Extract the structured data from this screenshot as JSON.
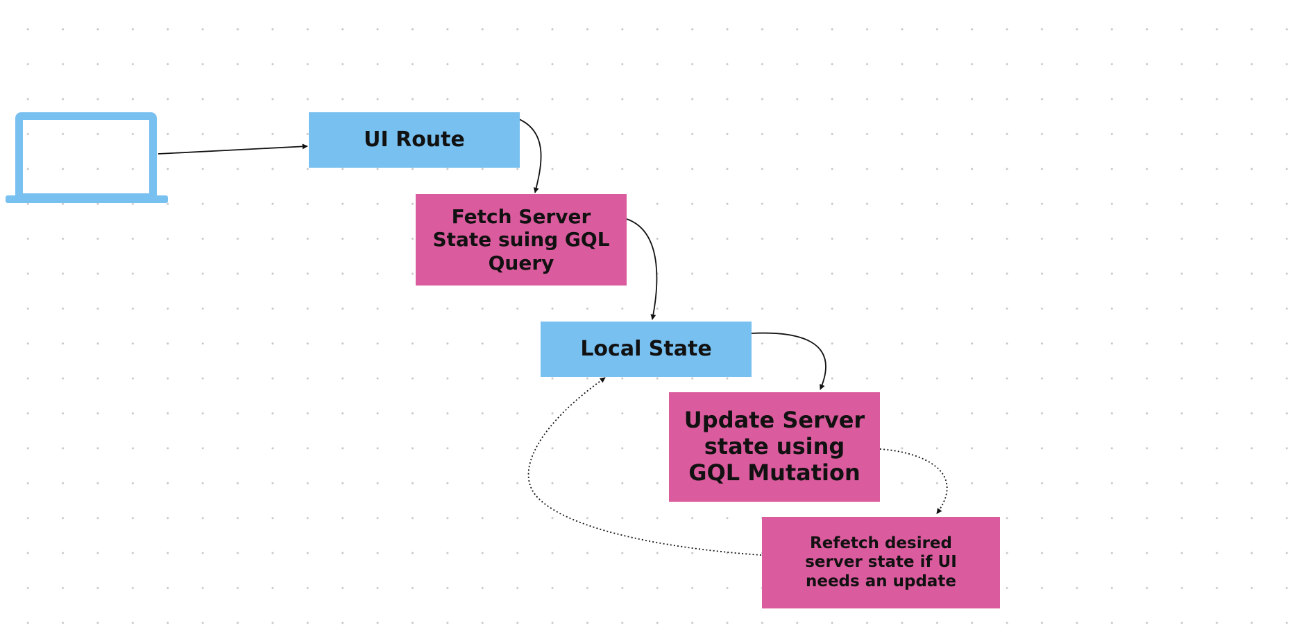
{
  "diagram": {
    "node_color_route": "#78c0f0",
    "node_color_server": "#db5c9e",
    "edge_color": "#111111",
    "laptop_icon": "laptop-icon",
    "nodes": {
      "ui_route": "UI Route",
      "fetch_server_state": "Fetch Server State suing GQL Query",
      "local_state": "Local State",
      "update_server_state": "Update Server state using GQL Mutation",
      "refetch_server_state": "Refetch desired server state if UI needs an update"
    },
    "edges": [
      {
        "from": "laptop",
        "to": "ui_route",
        "style": "solid"
      },
      {
        "from": "ui_route",
        "to": "fetch_server_state",
        "style": "solid"
      },
      {
        "from": "fetch_server_state",
        "to": "local_state",
        "style": "solid"
      },
      {
        "from": "local_state",
        "to": "update_server_state",
        "style": "solid"
      },
      {
        "from": "update_server_state",
        "to": "refetch_server_state",
        "style": "dotted"
      },
      {
        "from": "refetch_server_state",
        "to": "local_state",
        "style": "dotted"
      }
    ]
  }
}
